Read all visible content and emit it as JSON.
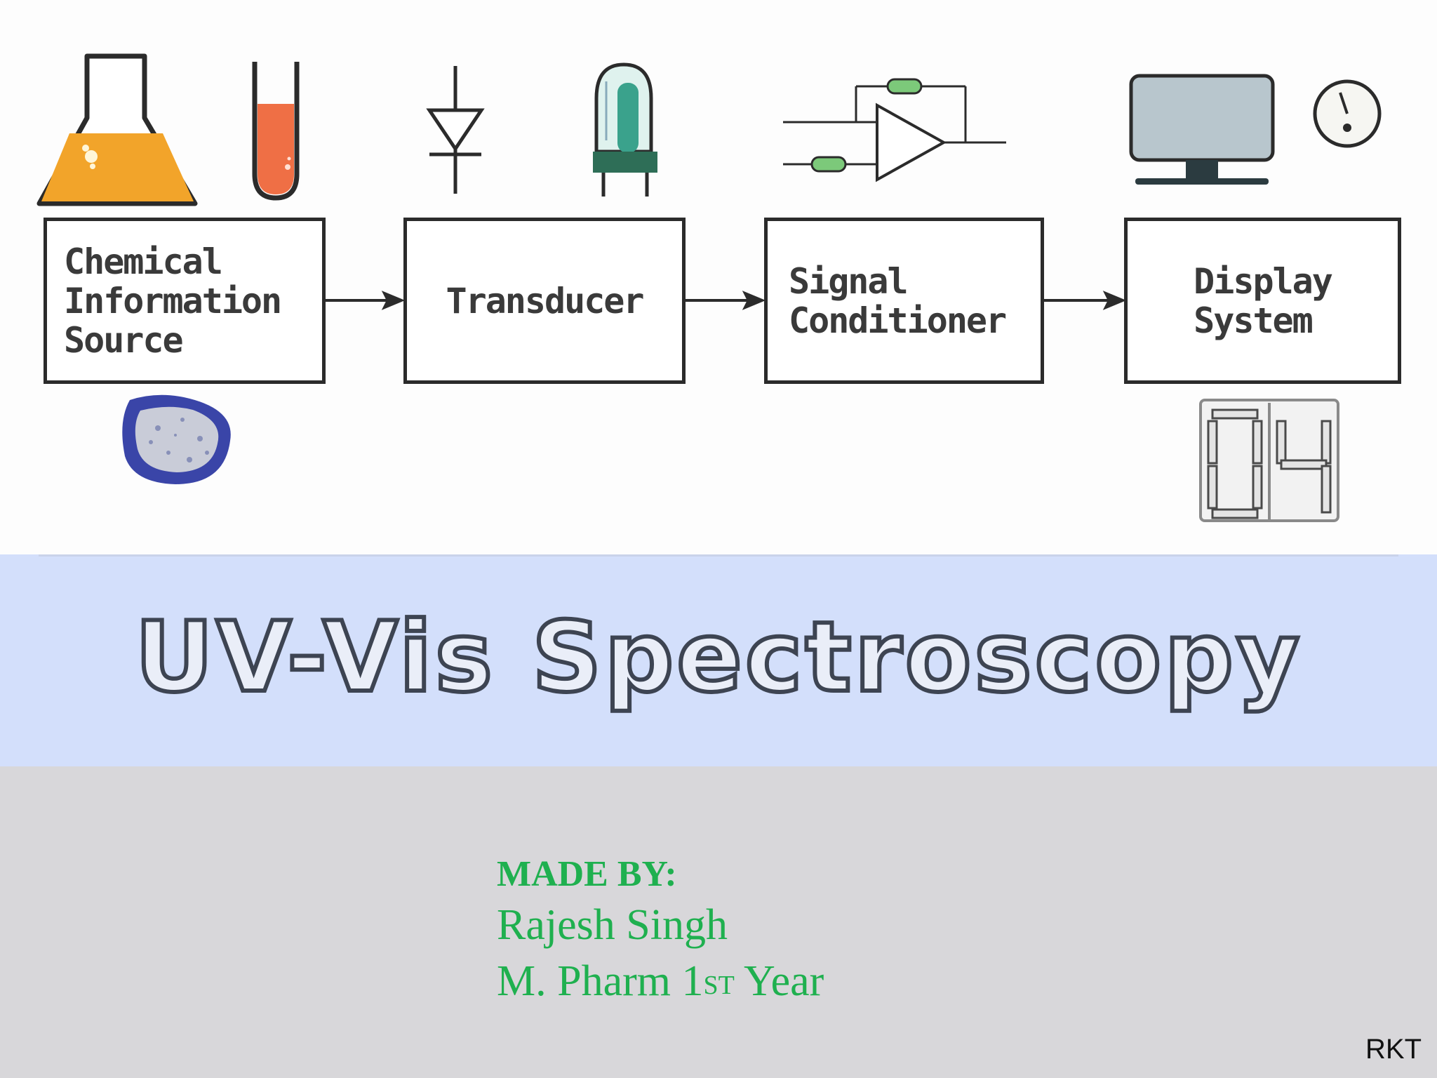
{
  "diagram": {
    "boxes": [
      {
        "label": "Chemical\nInformation\nSource"
      },
      {
        "label": "Transducer"
      },
      {
        "label": "Signal\nConditioner"
      },
      {
        "label": "Display\nSystem"
      }
    ],
    "digit_display": "04",
    "colors": {
      "flask_liquid": "#f2a42a",
      "tube_liquid": "#ef6f45",
      "resistor": "#7cc97a",
      "monitor": "#b8c6cd",
      "lamp_base": "#2e6e57",
      "sample": "#3a45a8"
    }
  },
  "title": "UV-Vis Spectroscopy",
  "author": {
    "made_by": "MADE BY:",
    "name": "Rajesh Singh",
    "course_prefix": "M. Pharm 1",
    "course_sup": "ST",
    "course_suffix": " Year"
  },
  "watermark": "RKT",
  "theme": {
    "title_band": "#d3dffb",
    "footer": "#d8d7da",
    "author_text": "#1fb04f"
  }
}
